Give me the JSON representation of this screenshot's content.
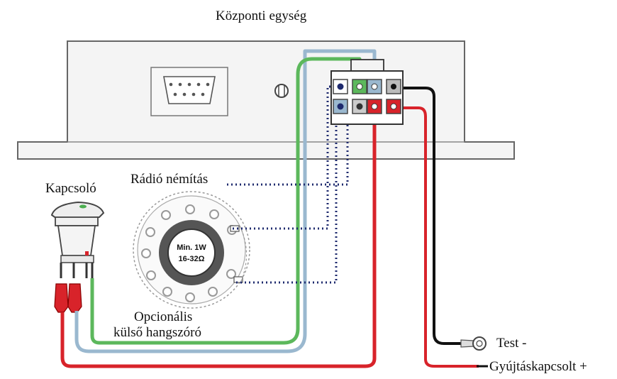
{
  "labels": {
    "central_unit": "Központi egység",
    "switch": "Kapcsoló",
    "radio_mute": "Rádió némítás",
    "speaker_line1": "Opcionális",
    "speaker_line2": "külső hangszóró",
    "ground": "Test -",
    "ignition": "Gyújtáskapcsolt +",
    "speaker_rating_line1": "Min. 1W",
    "speaker_rating_line2": "16-32Ω"
  },
  "colors": {
    "wire_green": "#5cb85c",
    "wire_blue": "#9ab8cf",
    "wire_red": "#d8232a",
    "wire_black": "#111111",
    "wire_dotted": "#1e2a6e",
    "housing": "#f4f4f4",
    "outline": "#666666"
  },
  "icons": [
    "db9-connector-icon",
    "grommet-icon",
    "rocker-switch-icon",
    "speaker-icon",
    "ring-terminal-icon",
    "molex-connector-icon"
  ]
}
